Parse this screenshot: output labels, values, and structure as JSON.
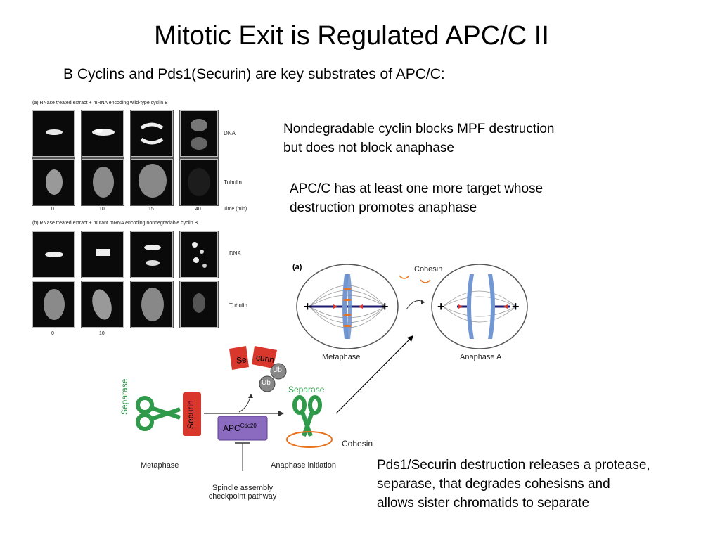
{
  "slide": {
    "title": "Mitotic Exit is Regulated APC/C  II",
    "subtitle": "B Cyclins and Pds1(Securin) are key substrates of APC/C:",
    "note1": [
      "Nondegradable cyclin blocks MPF destruction",
      "but does not block anaphase"
    ],
    "note2": [
      "APC/C has at least one more target whose",
      "destruction promotes anaphase"
    ],
    "note3": [
      "Pds1/Securin destruction  releases a protease,",
      "separase, that degrades cohesisns and",
      "allows sister chromatids to separate"
    ]
  },
  "micrographs": {
    "panel_a_caption": "(a)  RNase treated extract + mRNA encoding wild-type cyclin B",
    "panel_b_caption": "(b)  RNase treated extract + mutant mRNA encoding nondegradable cyclin B",
    "row_dna": "DNA",
    "row_tubulin": "Tubulin",
    "times_a": [
      "0",
      "10",
      "15",
      "40"
    ],
    "times_b": [
      "0",
      "10"
    ],
    "time_unit": "Time (min)"
  },
  "spindle_diagram": {
    "panel_label": "(a)",
    "cohesin": "Cohesin",
    "metaphase": "Metaphase",
    "anaphase_a": "Anaphase A"
  },
  "pathway": {
    "separase_left": "Separase",
    "securin_left": "Securin",
    "securin_fragment_1": "Se",
    "securin_fragment_2": "curin",
    "ub": "Ub",
    "apc": "APC",
    "apc_sup": "Cdc20",
    "separase_right": "Separase",
    "cohesin": "Cohesin",
    "metaphase": "Metaphase",
    "anaphase_initiation": "Anaphase initiation",
    "checkpoint_1": "Spindle assembly",
    "checkpoint_2": "checkpoint pathway"
  },
  "colors": {
    "separase_green": "#2e9a4a",
    "securin_red": "#d9362c",
    "apc_purple": "#8a6bbf",
    "cohesin_orange": "#e8731c",
    "chromosome_blue": "#7297d2",
    "spindle_navy": "#1c1a6e"
  }
}
